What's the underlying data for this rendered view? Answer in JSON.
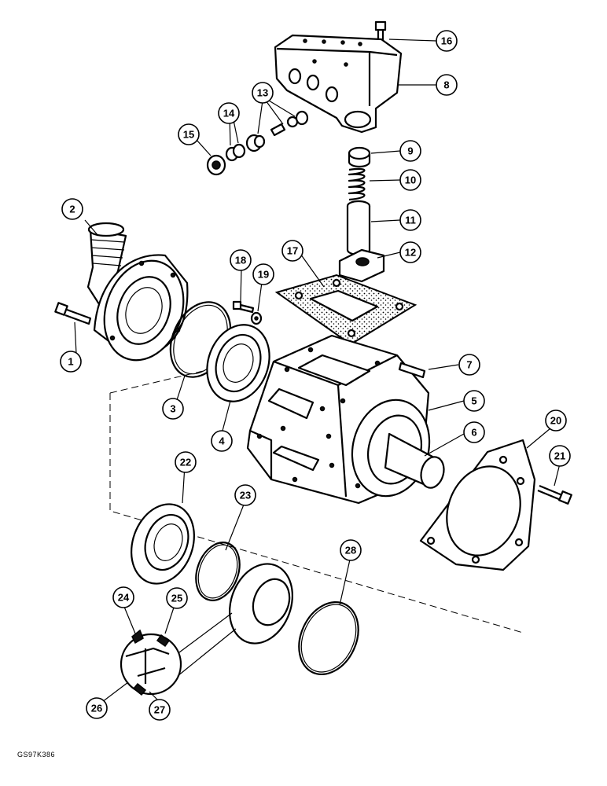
{
  "diagram": {
    "callouts": [
      "1",
      "2",
      "3",
      "4",
      "5",
      "6",
      "7",
      "8",
      "9",
      "10",
      "11",
      "12",
      "13",
      "14",
      "15",
      "16",
      "17",
      "18",
      "19",
      "20",
      "21",
      "22",
      "23",
      "24",
      "25",
      "26",
      "27",
      "28"
    ],
    "reference_code": "GS97K386"
  }
}
